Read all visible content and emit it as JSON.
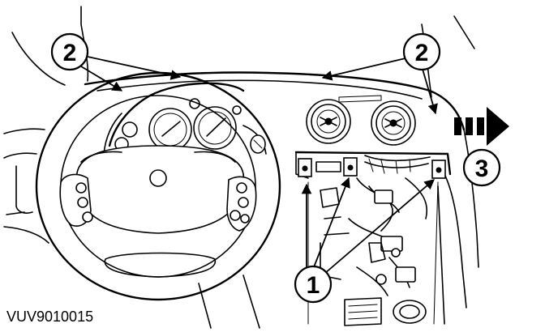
{
  "figure": {
    "reference_code": "VUV9010015",
    "callouts": [
      {
        "id": "callout-2-left",
        "label": "2"
      },
      {
        "id": "callout-2-right",
        "label": "2"
      },
      {
        "id": "callout-3",
        "label": "3"
      },
      {
        "id": "callout-1",
        "label": "1"
      }
    ],
    "direction_arrow": "arrow-right-icon"
  }
}
